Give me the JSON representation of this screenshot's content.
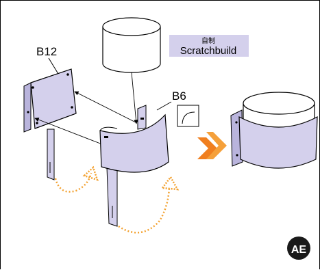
{
  "labels": {
    "part_b12": "B12",
    "part_b6": "B6",
    "scratchbuild_cn": "自制",
    "scratchbuild_en": "Scratchbuild",
    "logo": "AE"
  },
  "colors": {
    "part_fill": "#d4d0ec",
    "part_fill_dark": "#b9b4dc",
    "cylinder_fill": "#ffffff",
    "arrow_dotted": "#f3a12f",
    "arrow_next": "#f07f1f",
    "logo_bg": "#1a1a1a",
    "label_box_bg": "#d4d0ec"
  },
  "icons": [
    "curved-dotted-arrow-icon",
    "double-chevron-right-icon",
    "ae-logo-icon"
  ]
}
